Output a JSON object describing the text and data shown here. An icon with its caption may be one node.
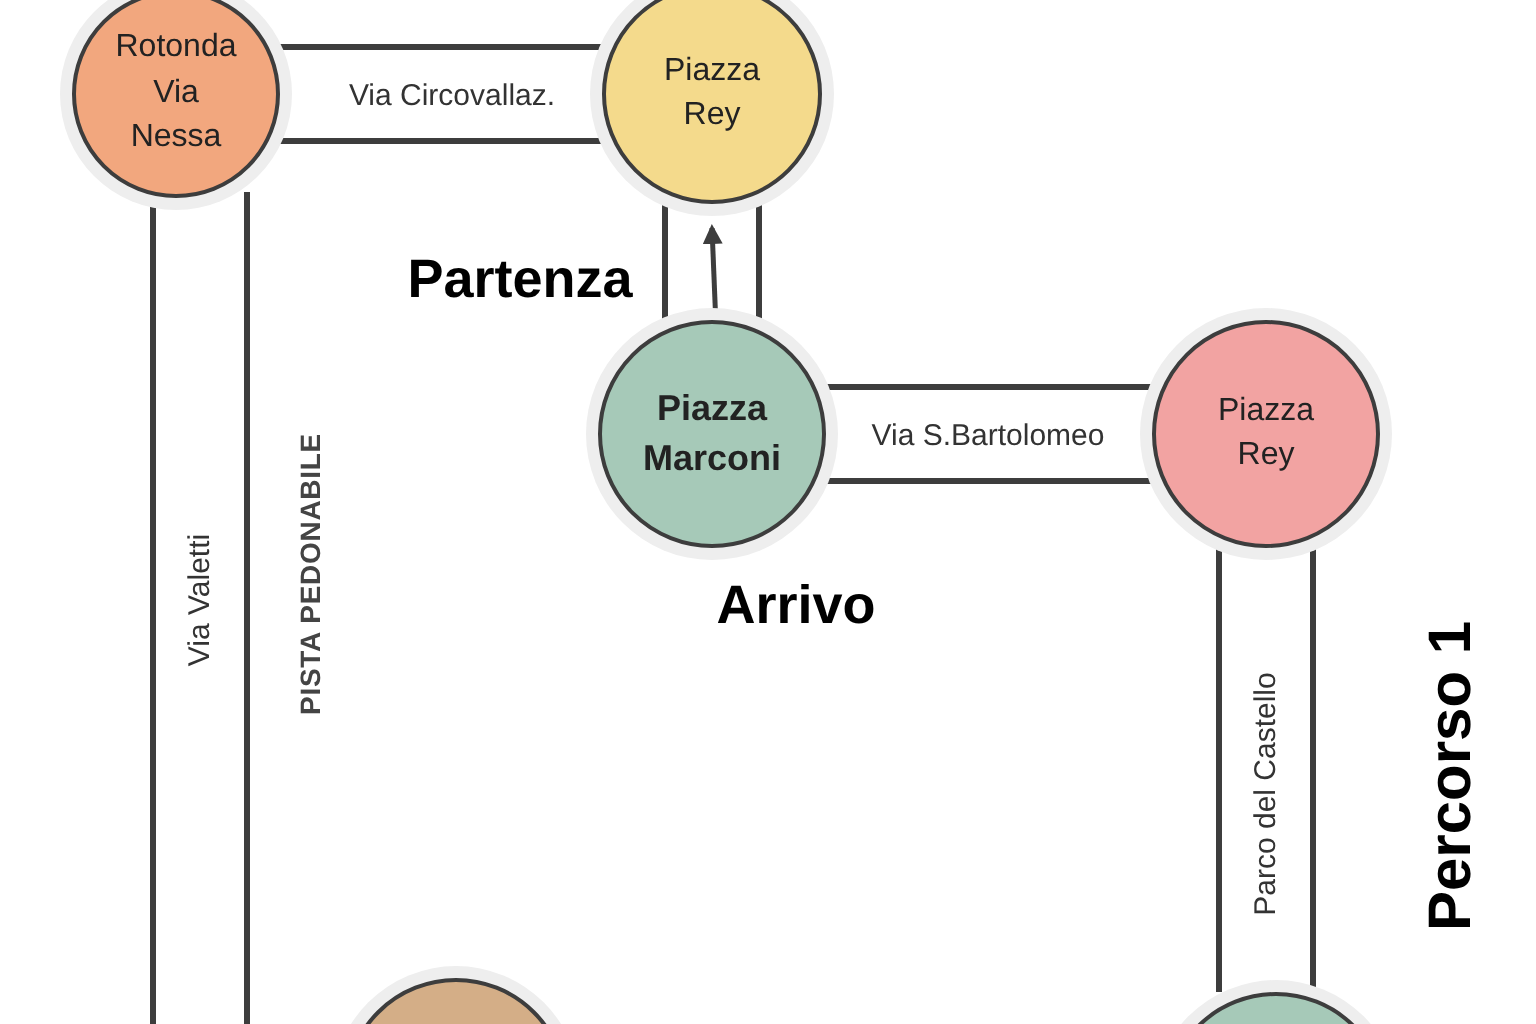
{
  "diagram": {
    "nodes": [
      {
        "text": [
          "Rotonda Via Nessa"
        ]
      },
      {
        "text": [
          "Piazza Rey"
        ]
      },
      {
        "text": [
          "Piazza Marconi"
        ]
      },
      {
        "text": [
          "Piazza Rey"
        ]
      },
      {
        "text": [],
        "shape": "circle"
      },
      {
        "text": [],
        "shape": "circle"
      }
    ],
    "edges": [
      {
        "from": 0,
        "to": 1,
        "arrow": "none",
        "label": "Via Circovallaz."
      },
      {
        "from": 2,
        "to": 1,
        "arrow": "none"
      },
      {
        "from": 2,
        "to": 1,
        "arrow": "to"
      },
      {
        "from": 2,
        "to": 3,
        "arrow": "none",
        "label": "Via S.Bartolomeo"
      },
      {
        "from": 0,
        "to": 4,
        "arrow": "none",
        "label": "Via Valetti"
      },
      {
        "from": 3,
        "to": 5,
        "arrow": "none",
        "label": "Parco del Castello"
      }
    ],
    "labels": [
      "Partenza",
      "PISTA PEDONABILE",
      "Arrivo",
      "Percorso 1"
    ]
  }
}
